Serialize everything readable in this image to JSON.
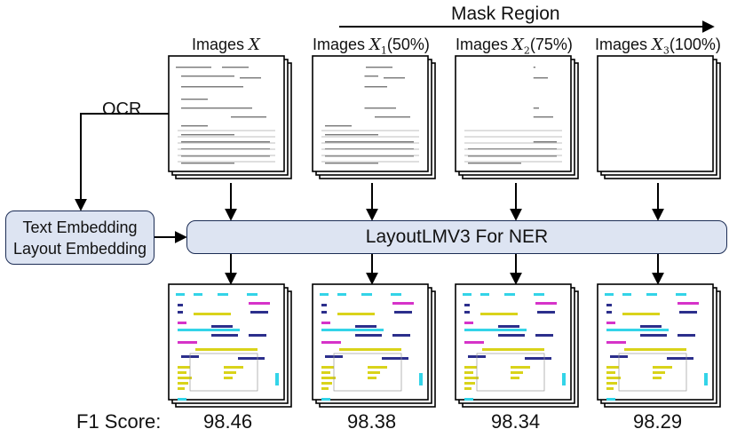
{
  "mask_region": {
    "label": "Mask Region"
  },
  "columns": [
    {
      "image_label": "Images",
      "var": "X",
      "sub": "",
      "pct": "",
      "masked_fraction": 0,
      "f1": "98.46"
    },
    {
      "image_label": "Images",
      "var": "X",
      "sub": "1",
      "pct": "(50%)",
      "masked_fraction": 0.5,
      "f1": "98.38"
    },
    {
      "image_label": "Images",
      "var": "X",
      "sub": "2",
      "pct": "(75%)",
      "masked_fraction": 0.75,
      "f1": "98.34"
    },
    {
      "image_label": "Images",
      "var": "X",
      "sub": "3",
      "pct": "(100%)",
      "masked_fraction": 1.0,
      "f1": "98.29"
    }
  ],
  "ocr": {
    "label": "OCR"
  },
  "embedding_box": {
    "line1": "Text Embedding",
    "line2": "Layout Embedding"
  },
  "model_box": {
    "label": "LayoutLMV3 For NER"
  },
  "f1_label": "F1 Score:",
  "colors": {
    "box_fill": "#dde4f2",
    "box_border": "#1c2d55",
    "yellow": "#d9d31a",
    "cyan": "#33d4e8",
    "magenta": "#d633c9",
    "navy": "#2c2f8c"
  }
}
